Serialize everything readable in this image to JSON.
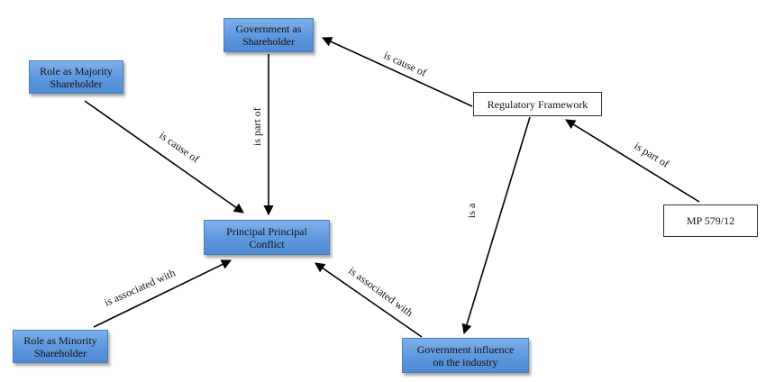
{
  "diagram": {
    "type": "concept-map",
    "nodes": [
      {
        "id": "gov_shareholder",
        "label_lines": [
          "Government as",
          "Shareholder"
        ],
        "style": "blue"
      },
      {
        "id": "majority",
        "label_lines": [
          "Role as Majority",
          "Shareholder"
        ],
        "style": "blue"
      },
      {
        "id": "ppc",
        "label_lines": [
          "Principal Principal",
          "Conflict"
        ],
        "style": "blue"
      },
      {
        "id": "regulatory",
        "label_lines": [
          "Regulatory Framework"
        ],
        "style": "white"
      },
      {
        "id": "mp",
        "label_lines": [
          "MP 579/12"
        ],
        "style": "white"
      },
      {
        "id": "minority",
        "label_lines": [
          "Role as Minority",
          "Shareholder"
        ],
        "style": "blue"
      },
      {
        "id": "gov_influence",
        "label_lines": [
          "Government influence",
          "on the industry"
        ],
        "style": "blue"
      }
    ],
    "edges": [
      {
        "from": "regulatory",
        "to": "gov_shareholder",
        "label": "is cause of"
      },
      {
        "from": "majority",
        "to": "ppc",
        "label": "is cause of"
      },
      {
        "from": "gov_shareholder",
        "to": "ppc",
        "label": "is part of"
      },
      {
        "from": "regulatory",
        "to": "gov_influence",
        "label": "is a"
      },
      {
        "from": "mp",
        "to": "regulatory",
        "label": "is part of"
      },
      {
        "from": "minority",
        "to": "ppc",
        "label": "is associated with"
      },
      {
        "from": "gov_influence",
        "to": "ppc",
        "label": "is associated with"
      }
    ]
  },
  "colors": {
    "node_blue": "#5c98dd",
    "node_blue_border": "#4a7fc0",
    "edge": "#000000",
    "text": "#111111"
  }
}
